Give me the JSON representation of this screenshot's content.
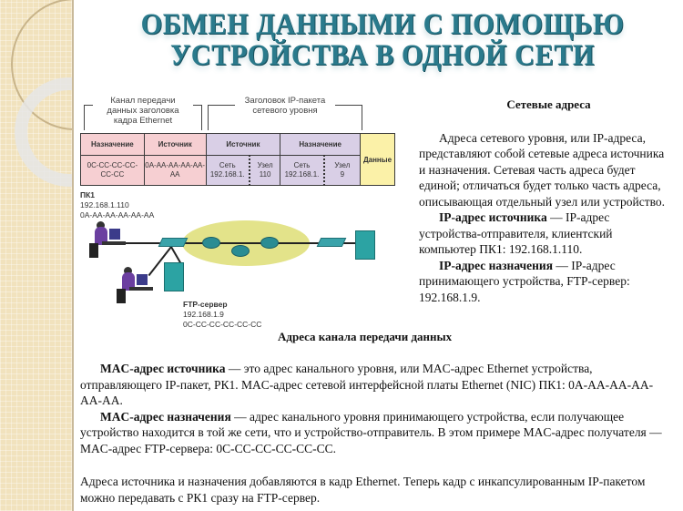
{
  "title": {
    "line1": "ОБМЕН ДАННЫМИ С ПОМОЩЬЮ",
    "line2": "УСТРОЙСТВА В ОДНОЙ СЕТИ"
  },
  "diagram": {
    "bracket_ethernet": "Канал передачи данных заголовка кадра Ethernet",
    "bracket_ip": "Заголовок IP-пакета сетевого уровня",
    "frame": {
      "eth_dest_header": "Назначение",
      "eth_src_header": "Источник",
      "ip_src_header": "Источник",
      "ip_dest_header": "Назначение",
      "data_label": "Данные",
      "eth_dest_value": "0C-CC-CC-CC-CC-CC",
      "eth_src_value": "0A-AA-AA-AA-AA-AA",
      "ip_src_net_label": "Сеть",
      "ip_src_net_value": "192.168.1.",
      "ip_src_host_label": "Узел",
      "ip_src_host_value": "110",
      "ip_dest_net_label": "Сеть",
      "ip_dest_net_value": "192.168.1.",
      "ip_dest_host_label": "Узел",
      "ip_dest_host_value": "9"
    },
    "pc1": {
      "name": "ПК1",
      "ip": "192.168.1.110",
      "mac": "0A-AA-AA-AA-AA-AA"
    },
    "ftp_server": {
      "name": "FTP-сервер",
      "ip": "192.168.1.9",
      "mac": "0C-CC-CC-CC-CC-CC"
    },
    "colors": {
      "ethernet_fill": "#f6cfd2",
      "ip_fill": "#d9cfe6",
      "data_fill": "#fbf1a8",
      "network_cloud": "#e3e38a",
      "device_teal": "#2a8c93"
    }
  },
  "network_addresses": {
    "heading": "Сетевые адреса",
    "para1": "Адреса сетевого уровня, или IP-адреса, представляют собой сетевые адреса источника и назначения. Сетевая часть адреса будет единой; отличаться будет только часть адреса, описывающая отдельный узел или устройство.",
    "para2_bold": "IP-адрес источника",
    "para2_rest": " — IP-адрес устройства-отправителя, клиентский компьютер ПК1: 192.168.1.110.",
    "para3_bold": "IP-адрес назначения",
    "para3_rest": " — IP-адрес принимающего устройства, FTP-сервер: 192.168.1.9."
  },
  "datalink_addresses": {
    "heading": "Адреса канала передачи данных",
    "para1_bold": "MAC-адрес источника",
    "para1_rest": " — это адрес канального уровня, или MAC-адрес Ethernet устройства, отправляющего IP-пакет, РК1. MAC-адрес сетевой интерфейсной платы Ethernet (NIC) ПК1: 0A-AA-AA-AA-AA-AA.",
    "para2_bold": "MAC-адрес назначения",
    "para2_rest": " — адрес канального уровня принимающего устройства, если получающее устройство находится в той же сети, что и устройство-отправитель. В этом примере MAC-адрес получателя — MAC-адрес FTP-сервера: 0C-CC-CC-CC-CC-CC.",
    "para3": "Адреса источника и назначения добавляются в кадр Ethernet. Теперь кадр с инкапсулированным IP-пакетом можно передавать с РК1 сразу на FTP-сервер."
  }
}
